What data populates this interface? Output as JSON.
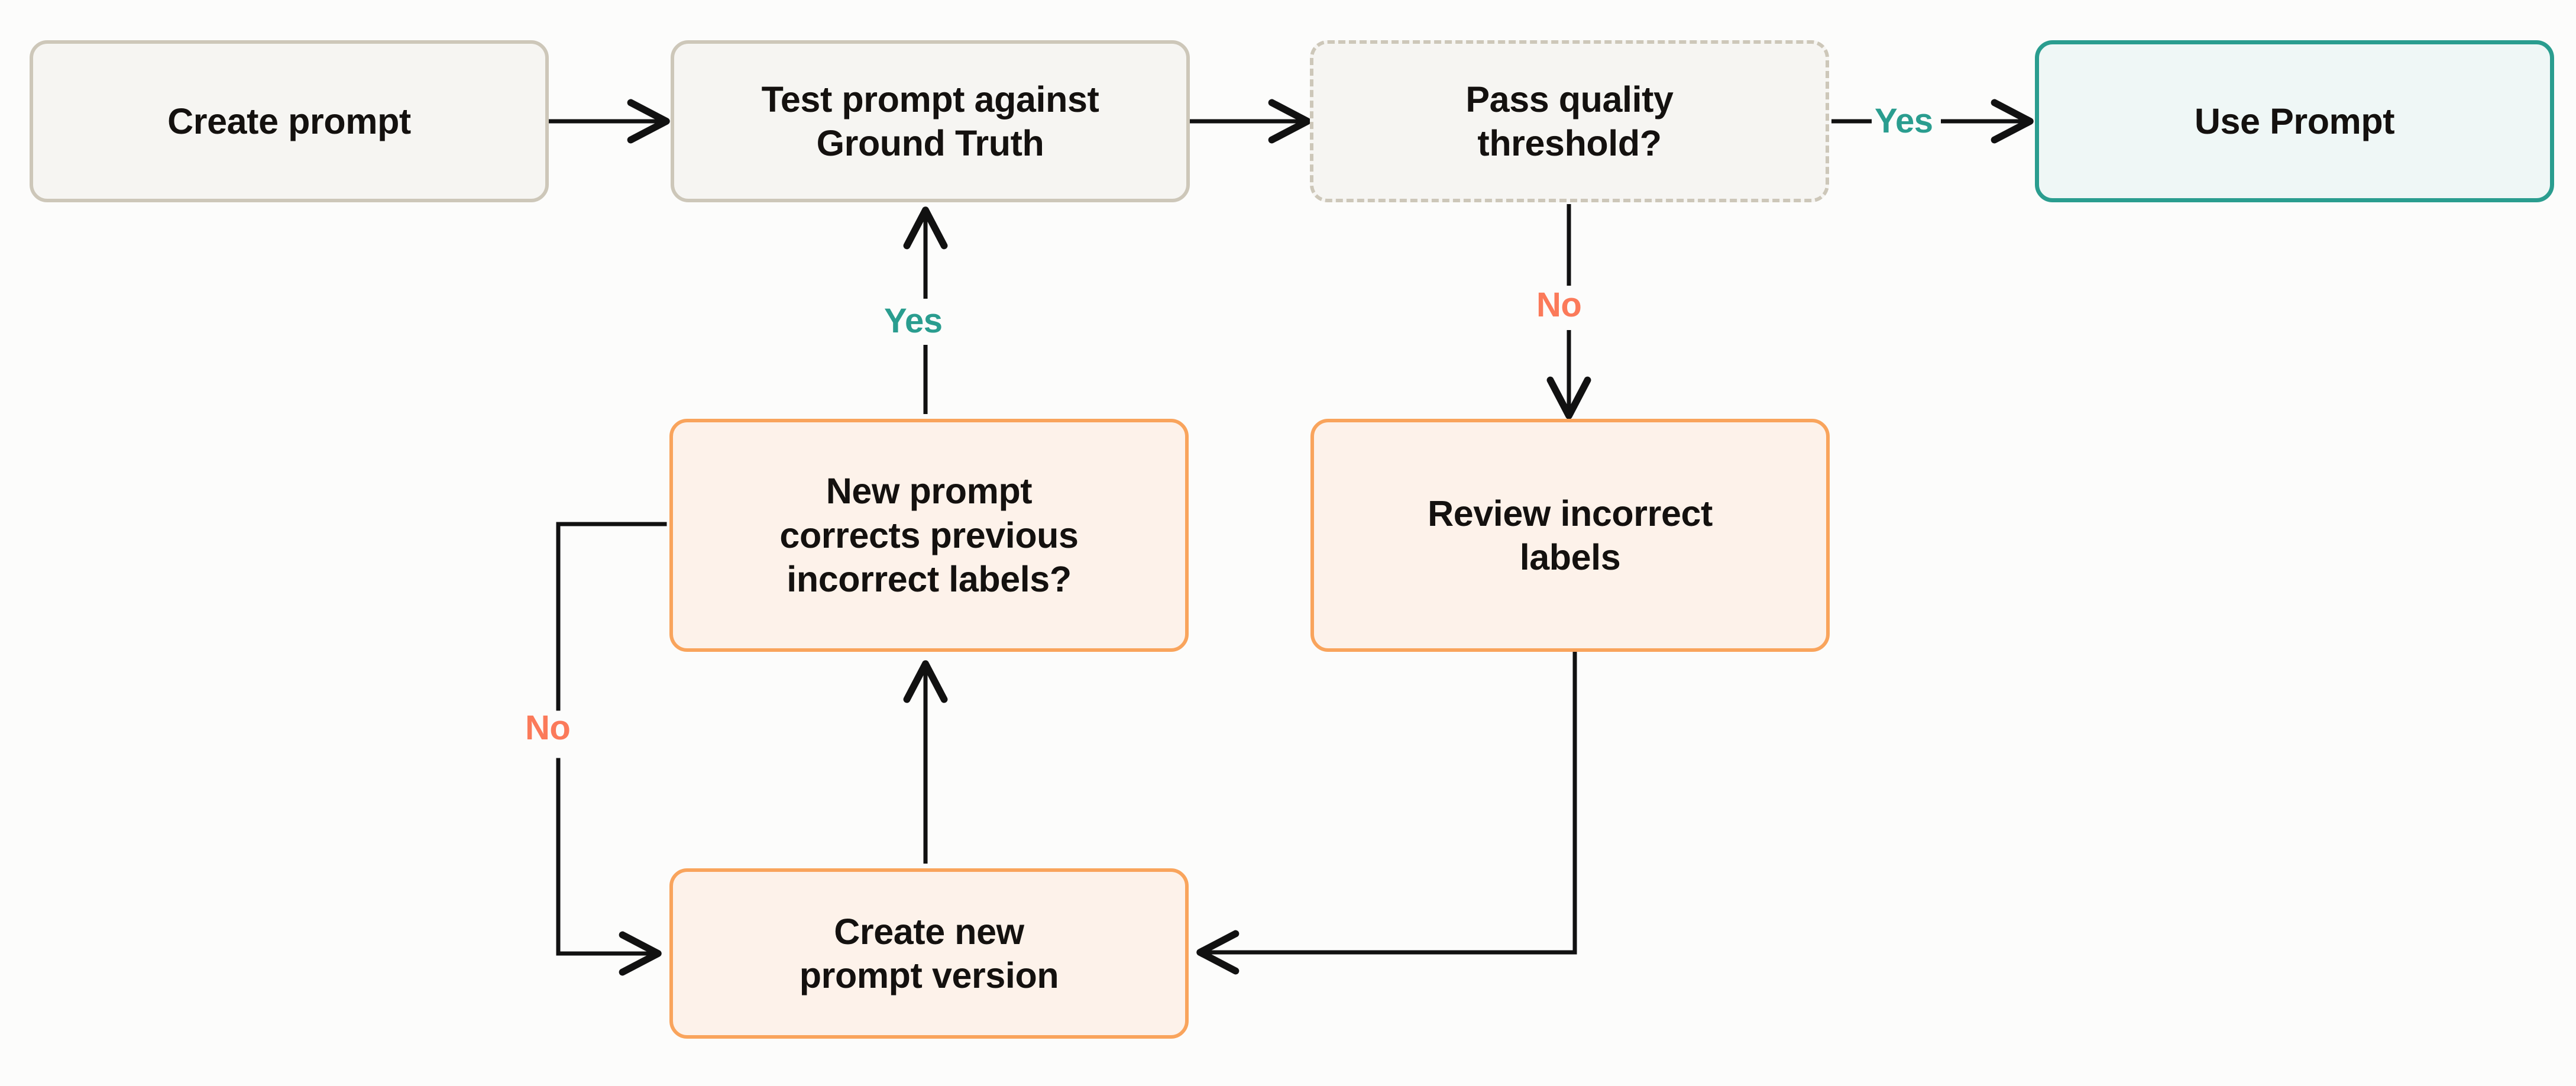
{
  "diagram": {
    "title": "Prompt iteration loop flowchart",
    "background_color": "#FCFCFB",
    "nodes": [
      {
        "id": "create-prompt",
        "label": "Create prompt",
        "style": "neutral",
        "border_color": "#CDC7B9",
        "fill_color": "#F6F5F2"
      },
      {
        "id": "test-prompt",
        "label": "Test prompt against\nGround Truth",
        "style": "neutral",
        "border_color": "#CDC7B9",
        "fill_color": "#F6F5F2"
      },
      {
        "id": "pass-quality",
        "label": "Pass quality\nthreshold?",
        "style": "dashed",
        "border_color": "#CDC7B9",
        "fill_color": "#F6F5F2"
      },
      {
        "id": "use-prompt",
        "label": "Use Prompt",
        "style": "success",
        "border_color": "#2A9D8F",
        "fill_color": "#EFF7F6"
      },
      {
        "id": "new-prompt-corrects",
        "label": "New prompt\ncorrects previous\nincorrect labels?",
        "style": "warn",
        "border_color": "#F9A45C",
        "fill_color": "#FDF2EA"
      },
      {
        "id": "review-labels",
        "label": "Review incorrect\nlabels",
        "style": "warn",
        "border_color": "#F9A45C",
        "fill_color": "#FDF2EA"
      },
      {
        "id": "create-version",
        "label": "Create new\nprompt version",
        "style": "warn",
        "border_color": "#F9A45C",
        "fill_color": "#FDF2EA"
      }
    ],
    "edge_labels": [
      {
        "id": "yes-use-prompt",
        "text": "Yes",
        "color": "#2A9D8F"
      },
      {
        "id": "yes-retest",
        "text": "Yes",
        "color": "#2A9D8F"
      },
      {
        "id": "no-quality",
        "text": "No",
        "color": "#FB7A5A"
      },
      {
        "id": "no-corrects",
        "text": "No",
        "color": "#FB7A5A"
      }
    ],
    "edges": [
      {
        "from": "create-prompt",
        "to": "test-prompt",
        "label": ""
      },
      {
        "from": "test-prompt",
        "to": "pass-quality",
        "label": ""
      },
      {
        "from": "pass-quality",
        "to": "use-prompt",
        "label": "Yes"
      },
      {
        "from": "pass-quality",
        "to": "review-labels",
        "label": "No"
      },
      {
        "from": "review-labels",
        "to": "create-version",
        "label": ""
      },
      {
        "from": "create-version",
        "to": "new-prompt-corrects",
        "label": ""
      },
      {
        "from": "new-prompt-corrects",
        "to": "test-prompt",
        "label": "Yes"
      },
      {
        "from": "new-prompt-corrects",
        "to": "create-version",
        "label": "No"
      }
    ]
  }
}
